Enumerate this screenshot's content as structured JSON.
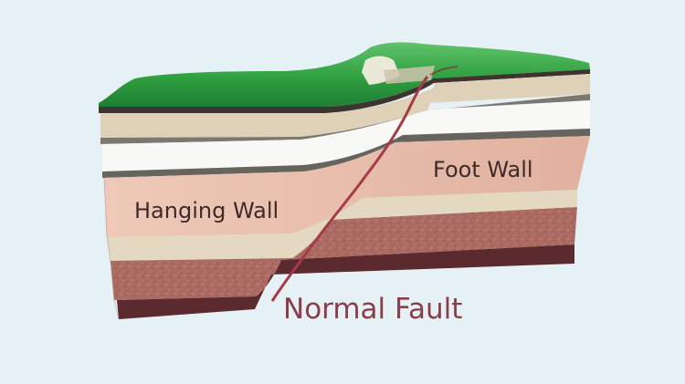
{
  "labels": {
    "hanging_wall": "Hanging Wall",
    "foot_wall": "Foot Wall",
    "fault_type": "Normal Fault"
  },
  "colors": {
    "background": "#e6f1f6",
    "grass": "#2f9f3f",
    "grass_dark": "#1d6f2a",
    "soil_dark": "#3d3430",
    "cream_layer": "#dfd1b8",
    "white_layer": "#f8f8f6",
    "gray_layer": "#6f6c67",
    "pink_layer": "#e7bca9",
    "speckled_red_layer": "#a7615a",
    "bottom_layer": "#5a2a2f",
    "fault_line": "#a53b49"
  }
}
